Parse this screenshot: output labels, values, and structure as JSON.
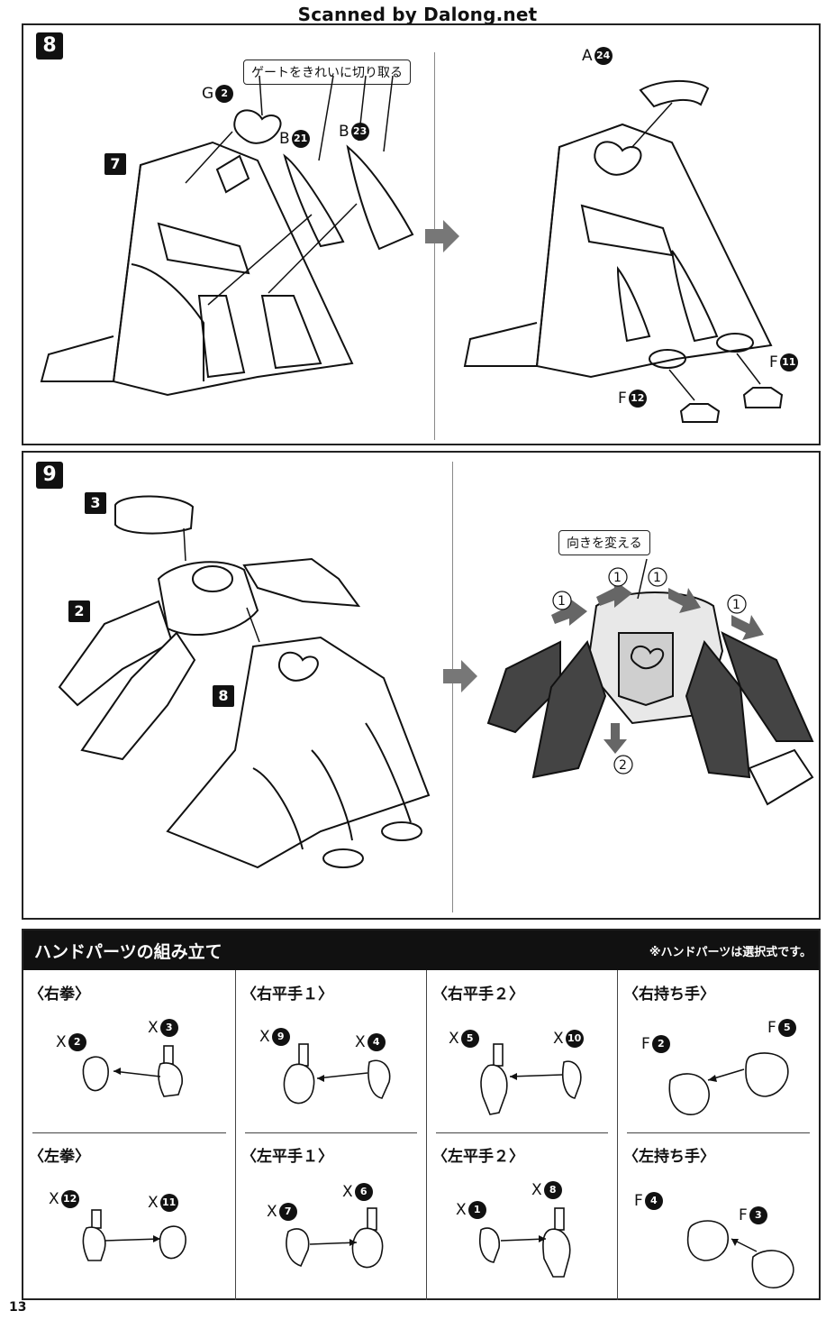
{
  "watermark": "Scanned by Dalong.net",
  "page_number": "13",
  "step8": {
    "step": "8",
    "sub_step": "7",
    "callout": "ゲートをきれいに切り取る",
    "labels": {
      "g2": "G",
      "g2_num": "2",
      "b21": "B",
      "b21_num": "21",
      "b23": "B",
      "b23_num": "23",
      "a24": "A",
      "a24_num": "24",
      "f11": "F",
      "f11_num": "11",
      "f12": "F",
      "f12_num": "12"
    }
  },
  "step9": {
    "step": "9",
    "part3": "3",
    "part2": "2",
    "part8": "8",
    "callout": "向きを変える",
    "marks": [
      "1",
      "1",
      "1",
      "1",
      "2"
    ]
  },
  "hands": {
    "title": "ハンドパーツの組み立て",
    "note": "※ハンドパーツは選択式です。",
    "columns": [
      {
        "top_title": "〈右拳〉",
        "top_parts": [
          {
            "letter": "X",
            "num": "2"
          },
          {
            "letter": "X",
            "num": "3"
          }
        ],
        "bottom_title": "〈左拳〉",
        "bottom_parts": [
          {
            "letter": "X",
            "num": "12"
          },
          {
            "letter": "X",
            "num": "11"
          }
        ]
      },
      {
        "top_title": "〈右平手１〉",
        "top_parts": [
          {
            "letter": "X",
            "num": "9"
          },
          {
            "letter": "X",
            "num": "4"
          }
        ],
        "bottom_title": "〈左平手１〉",
        "bottom_parts": [
          {
            "letter": "X",
            "num": "7"
          },
          {
            "letter": "X",
            "num": "6"
          }
        ]
      },
      {
        "top_title": "〈右平手２〉",
        "top_parts": [
          {
            "letter": "X",
            "num": "5"
          },
          {
            "letter": "X",
            "num": "10"
          }
        ],
        "bottom_title": "〈左平手２〉",
        "bottom_parts": [
          {
            "letter": "X",
            "num": "1"
          },
          {
            "letter": "X",
            "num": "8"
          }
        ]
      },
      {
        "top_title": "〈右持ち手〉",
        "top_parts": [
          {
            "letter": "F",
            "num": "2"
          },
          {
            "letter": "F",
            "num": "5"
          }
        ],
        "bottom_title": "〈左持ち手〉",
        "bottom_parts": [
          {
            "letter": "F",
            "num": "4"
          },
          {
            "letter": "F",
            "num": "3"
          }
        ]
      }
    ]
  }
}
